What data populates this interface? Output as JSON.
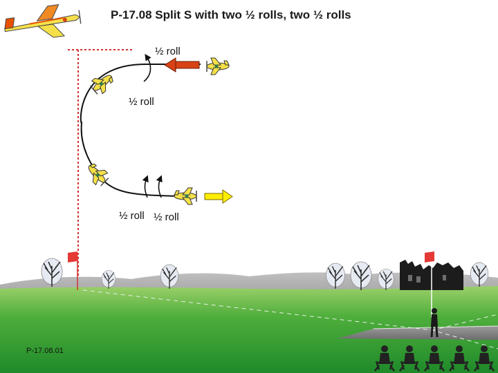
{
  "title": "P-17.08 Split S with two ½ rolls, two ½ rolls",
  "labels": {
    "roll_top": "½ roll",
    "roll_left": "½ roll",
    "roll_bottom_1": "½ roll",
    "roll_bottom_2": "½ roll"
  },
  "figure_code": "P-17.08.01",
  "colors": {
    "entry_arrow": "#d84315",
    "exit_arrow": "#ffee00",
    "sightline": "#d32f2f",
    "flag": "#e53935",
    "sky": "#ffffff",
    "grass": "#2e9a2e",
    "plane_body": "#f5e04a"
  },
  "icons": [
    "airplane-logo-icon",
    "airplane-icon",
    "flag-icon",
    "tree-icon",
    "castle-icon",
    "pilot-icon",
    "spectator-icon"
  ]
}
